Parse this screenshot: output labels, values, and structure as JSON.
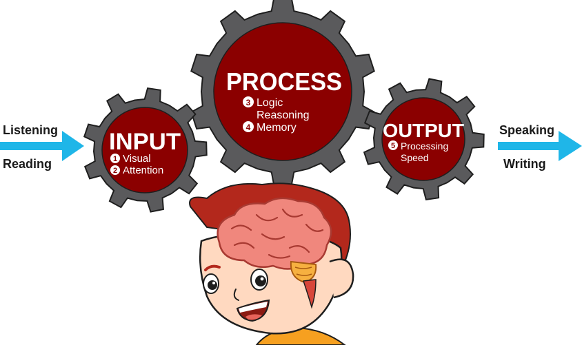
{
  "left": {
    "labels": [
      "Listening",
      "Reading"
    ],
    "arrow_color": "#1fb6e8"
  },
  "right": {
    "labels": [
      "Speaking",
      "Writing"
    ],
    "arrow_color": "#1fb6e8"
  },
  "gears": {
    "input": {
      "title": "INPUT",
      "items": [
        {
          "num": "1",
          "text": "Visual"
        },
        {
          "num": "2",
          "text": "Attention"
        }
      ]
    },
    "process": {
      "title": "PROCESS",
      "items": [
        {
          "num": "3",
          "text": "Logic"
        },
        {
          "num": "",
          "text": "Reasoning"
        },
        {
          "num": "4",
          "text": "Memory"
        }
      ]
    },
    "output": {
      "title": "OUTPUT",
      "items": [
        {
          "num": "5",
          "text": "Processing"
        },
        {
          "num": "",
          "text": "Speed"
        }
      ]
    }
  },
  "colors": {
    "gear_ring": "#5a5a5c",
    "gear_center": "#8b0000",
    "brain": "#f0877d",
    "hair": "#b3281c",
    "skin": "#ffd9c0"
  }
}
